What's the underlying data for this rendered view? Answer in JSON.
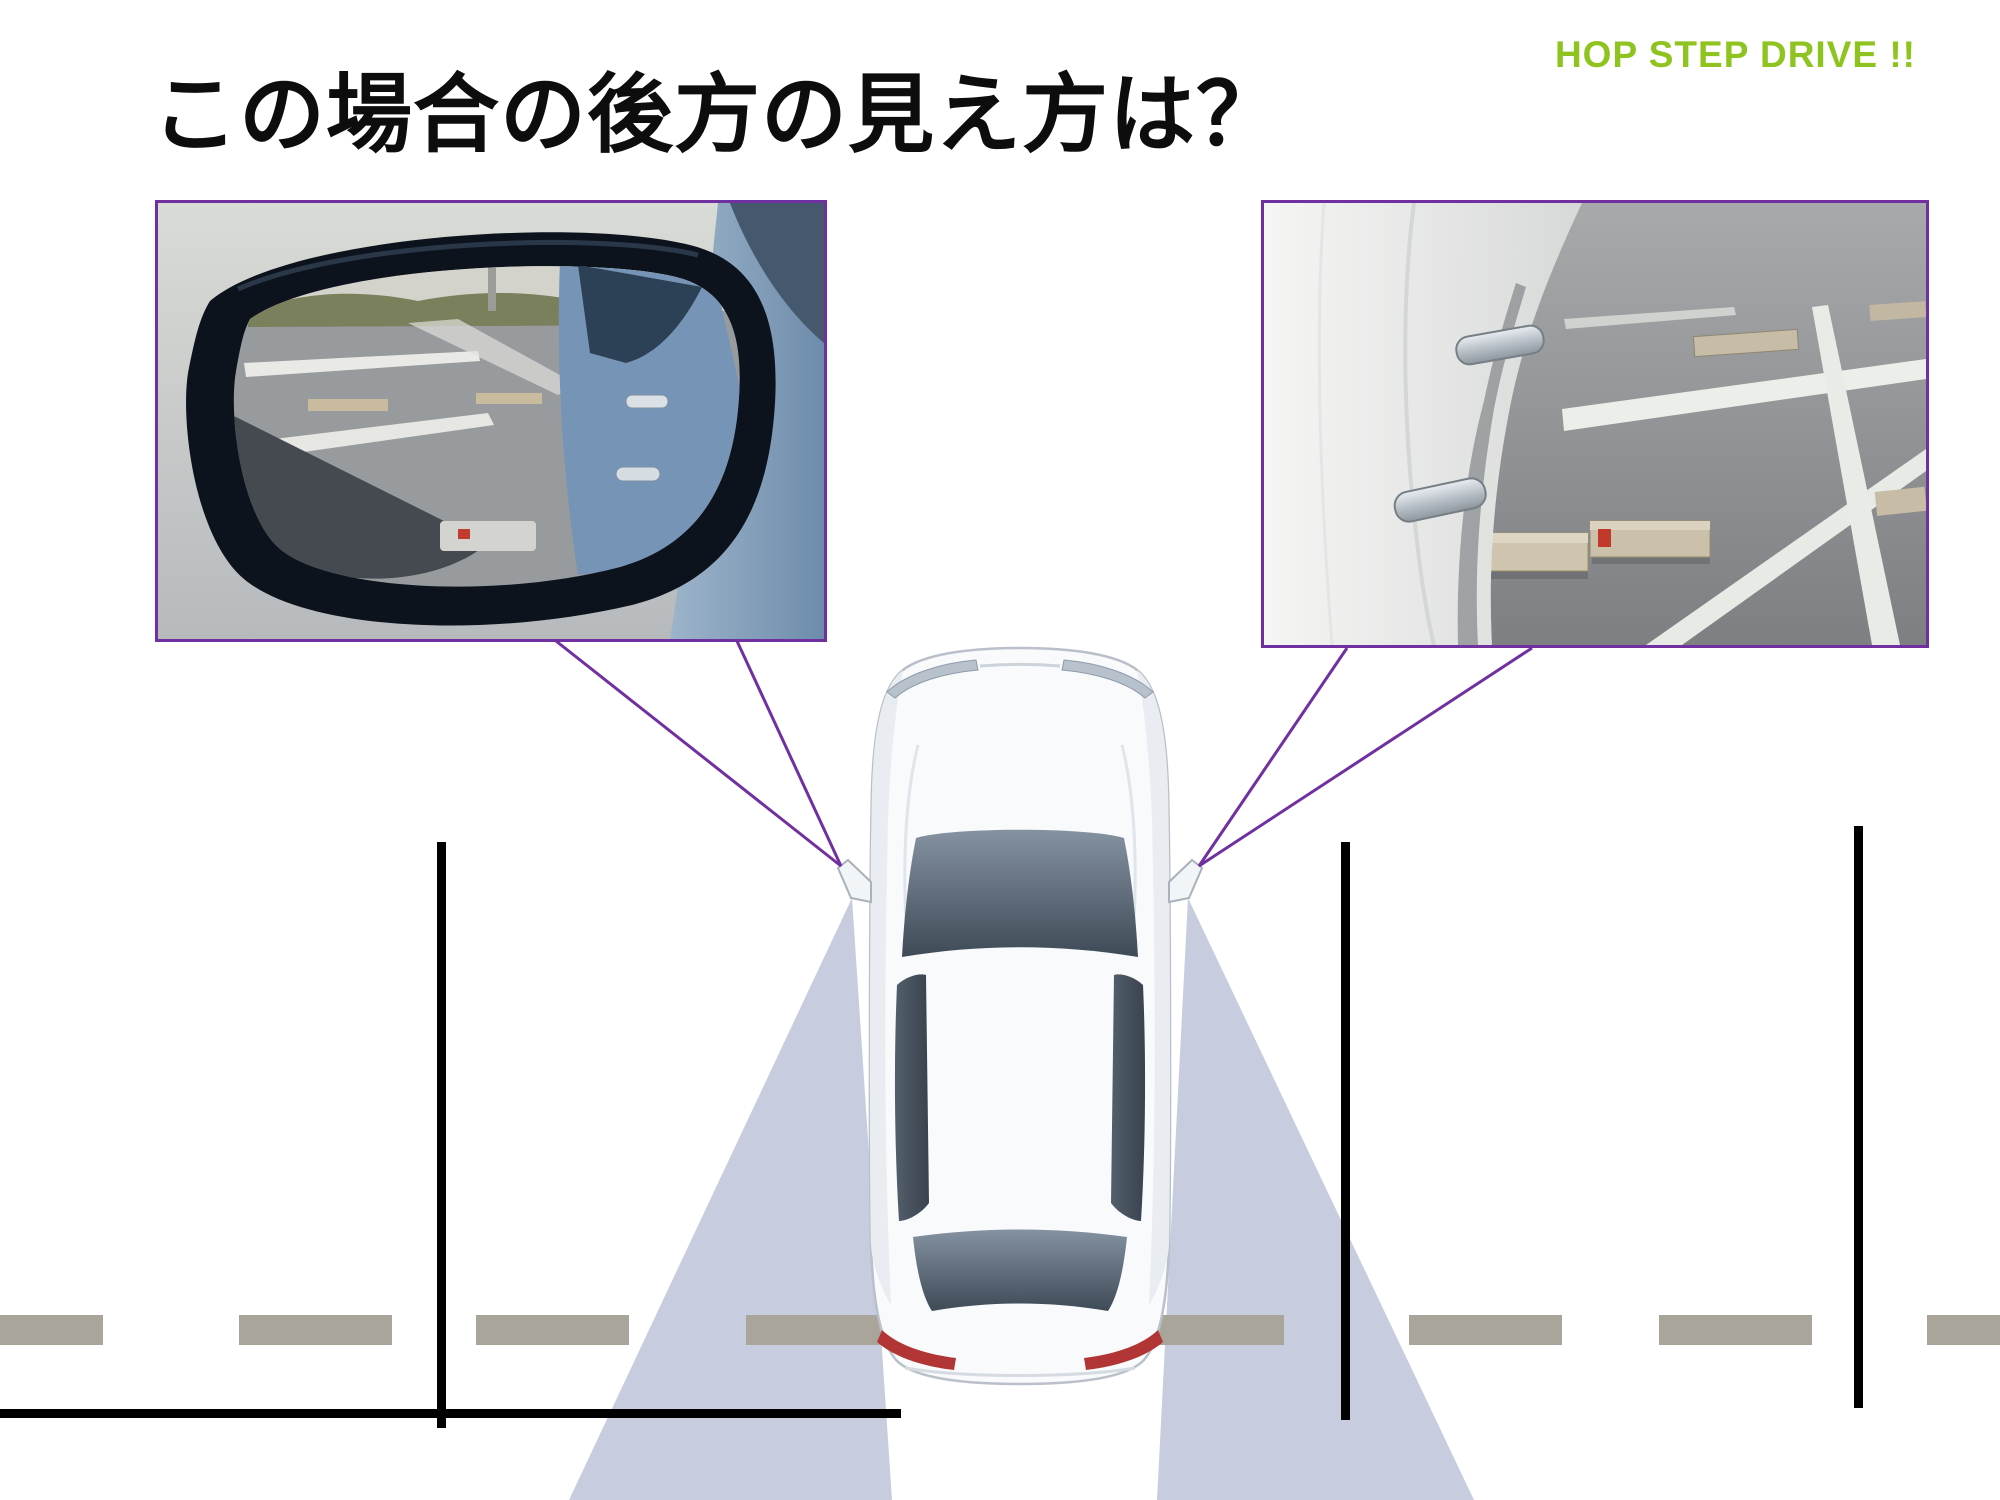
{
  "header": {
    "title": "この場合の後方の見え方は？",
    "logo": "HOP STEP DRIVE !!"
  },
  "colors": {
    "accent_purple": "#7030a0",
    "logo_green": "#8fc31f",
    "cone_fill": "#c7ccdf",
    "block_gray": "#a9a59b",
    "parking_line_black": "#000000",
    "car_body_white": "#f8fafc",
    "car_glass_dark": "#46525f",
    "taillight_red": "#b23535"
  },
  "graphics": {
    "left_panel": "door-mirror-view-photo",
    "right_panel": "car-side-parking-photo",
    "diagram": "car-top-view-parking-diagram"
  }
}
